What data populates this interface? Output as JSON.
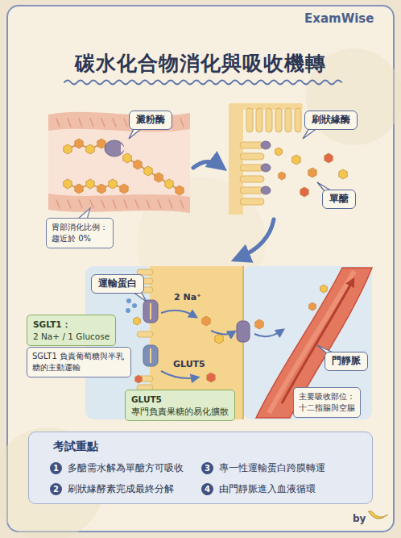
{
  "diagram": {
    "title": "碳水化合物消化與吸收機轉",
    "nodes": [
      {
        "text": [
          "澱粉酶"
        ]
      },
      {
        "text": [
          "刷狀緣酶"
        ]
      },
      {
        "text": [
          "單醣"
        ]
      },
      {
        "text": [
          "胃部消化比例：",
          "趨近於 0%"
        ]
      },
      {
        "text": [
          "運輸蛋白"
        ]
      },
      {
        "text": [
          "SGLT1：",
          "2 Na+ / 1 Glucose"
        ]
      },
      {
        "text": [
          "SGLT1 負責葡萄糖與半乳糖的主動運輸"
        ]
      },
      {
        "text": [
          "GLUT5",
          "專門負責果糖的易化擴散"
        ]
      },
      {
        "text": [
          "門靜脈"
        ]
      },
      {
        "text": [
          "主要吸收部位：",
          "十二指腸與空腸"
        ]
      },
      {
        "text": [
          "考試重點"
        ]
      }
    ],
    "labels": [
      "ExamWise",
      "2 Na⁺",
      "GLUT5",
      "1",
      "多醣需水解為單醣方可吸收",
      "3",
      "專一性運輸蛋白跨膜轉運",
      "2",
      "刷狀緣酵素完成最終分解",
      "4",
      "由門靜脈進入血液循環",
      "by"
    ]
  }
}
